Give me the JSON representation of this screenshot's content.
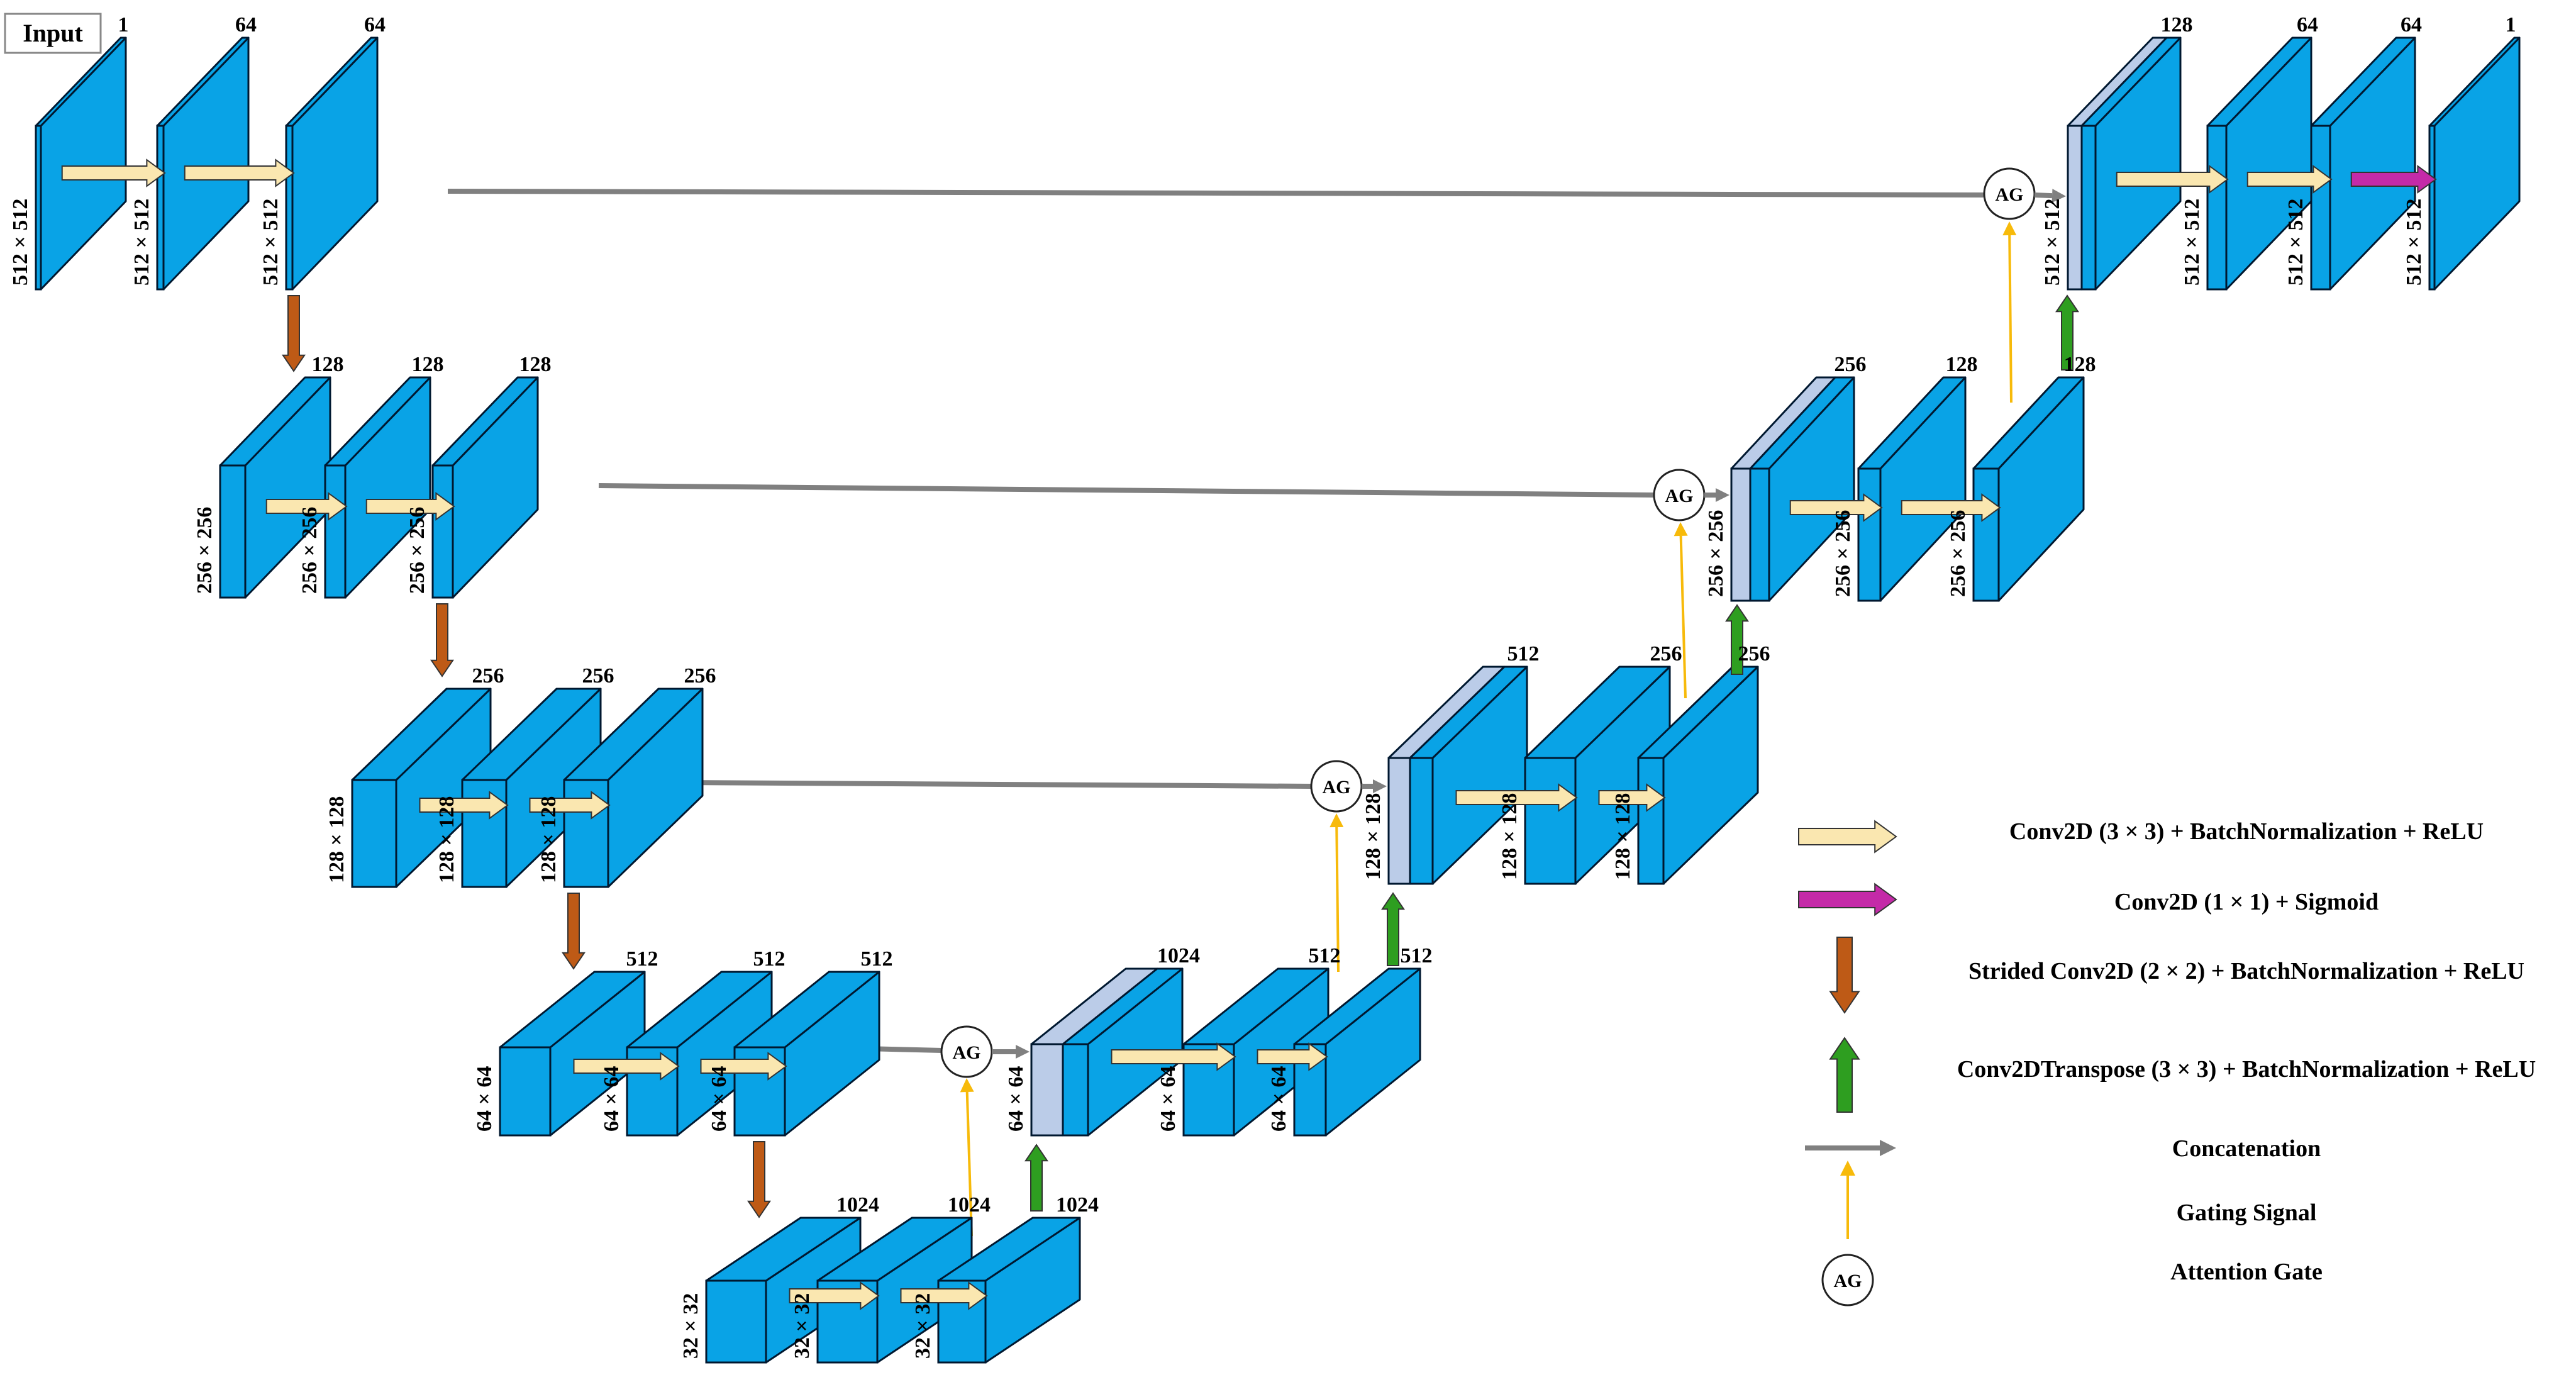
{
  "input_label": "Input",
  "colors": {
    "block": "#09A3E6",
    "block_edge": "#001830",
    "concat_block": "#BBCCE8",
    "conv3x3": "#FAE7B0",
    "conv1x1": "#C42AA8",
    "down": "#BE5A16",
    "up": "#2E9E20",
    "concat_line": "#808080",
    "gating": "#F7BA0A"
  },
  "levels": [
    {
      "size": "512 × 512",
      "channels": [
        "1",
        "64",
        "64"
      ]
    },
    {
      "size": "256 × 256",
      "channels": [
        "128",
        "128",
        "128"
      ]
    },
    {
      "size": "128 × 128",
      "channels": [
        "256",
        "256",
        "256"
      ]
    },
    {
      "size": "64 × 64",
      "channels": [
        "512",
        "512",
        "512"
      ]
    },
    {
      "size": "32 × 32",
      "channels": [
        "1024",
        "1024",
        "1024"
      ]
    }
  ],
  "decoder": [
    {
      "size": "64 × 64",
      "channels": [
        "1024",
        "512",
        "512"
      ]
    },
    {
      "size": "128 × 128",
      "channels": [
        "512",
        "256",
        "256"
      ]
    },
    {
      "size": "256 × 256",
      "channels": [
        "256",
        "128",
        "128"
      ]
    },
    {
      "size": "512 × 512",
      "channels": [
        "128",
        "64",
        "64",
        "1"
      ]
    }
  ],
  "ag_label": "AG",
  "legend": [
    {
      "icon": "conv3x3-arrow",
      "label": "Conv2D (3 × 3) + BatchNormalization + ReLU"
    },
    {
      "icon": "conv1x1-arrow",
      "label": "Conv2D (1 × 1) + Sigmoid"
    },
    {
      "icon": "down-arrow",
      "label": "Strided Conv2D (2 × 2) + BatchNormalization + ReLU"
    },
    {
      "icon": "up-arrow",
      "label": "Conv2DTranspose (3 × 3) + BatchNormalization + ReLU"
    },
    {
      "icon": "concat-arrow",
      "label": "Concatenation"
    },
    {
      "icon": "gating-arrow",
      "label": "Gating Signal"
    },
    {
      "icon": "ag-circle",
      "label": "Attention Gate"
    }
  ]
}
